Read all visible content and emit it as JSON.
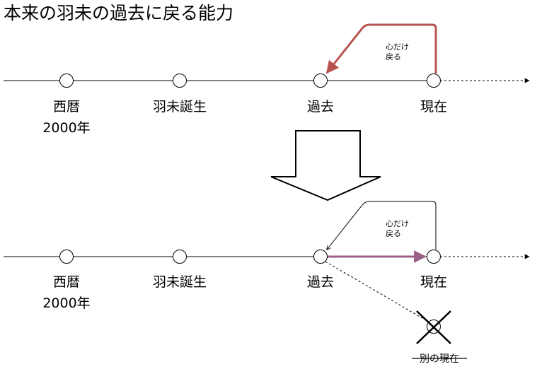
{
  "title": "本来の羽未の過去に戻る能力",
  "timeline_labels": {
    "era_line1": "西暦",
    "era_line2": "2000年",
    "birth": "羽未誕生",
    "past": "過去",
    "present": "現在"
  },
  "jump_note_line1": "心だけ",
  "jump_note_line2": "戻る",
  "alternate_present": "別の現在",
  "colors": {
    "jump_arrow_top": "#b85450",
    "forward_arrow_bottom": "#996185",
    "line": "#000000"
  }
}
